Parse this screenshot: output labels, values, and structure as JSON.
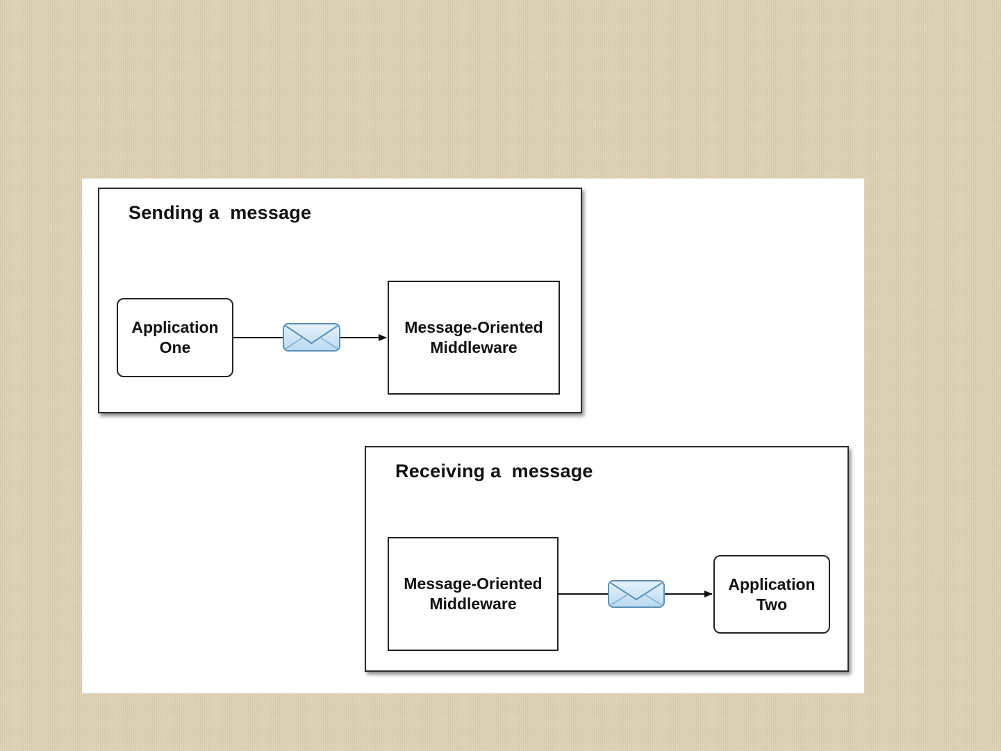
{
  "diagram": {
    "sending": {
      "title": "Sending a  message",
      "source": {
        "line1": "Application",
        "line2": "One"
      },
      "target": {
        "line1": "Message-Oriented",
        "line2": "Middleware"
      }
    },
    "receiving": {
      "title": "Receiving a  message",
      "source": {
        "line1": "Message-Oriented",
        "line2": "Middleware"
      },
      "target": {
        "line1": "Application",
        "line2": "Two"
      }
    },
    "envelope_icon": "envelope-icon",
    "colors": {
      "background": "#dccfb3",
      "envelope_fill": "#cfe6f7",
      "envelope_stroke": "#5d8fb5",
      "line": "#111111"
    }
  }
}
